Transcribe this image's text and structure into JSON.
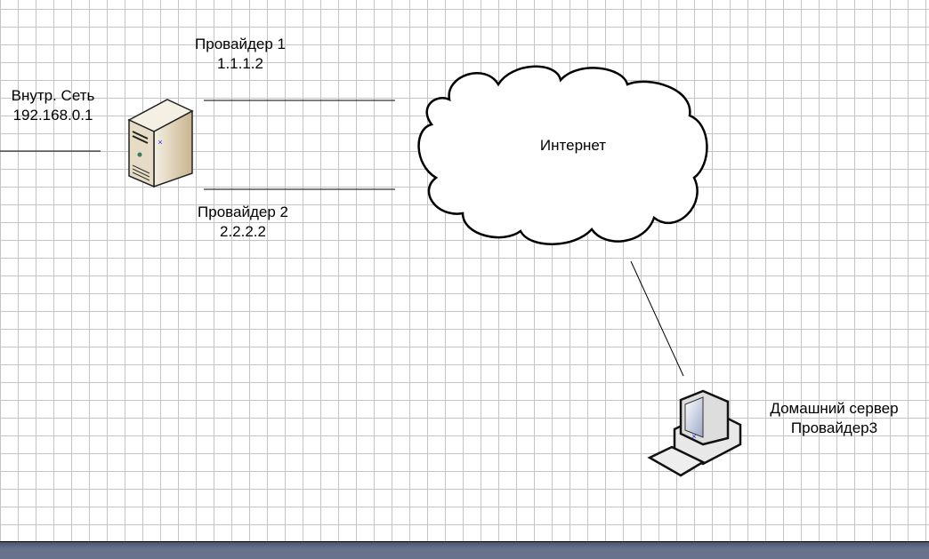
{
  "labels": {
    "internal_net": {
      "line1": "Внутр. Сеть",
      "line2": "192.168.0.1"
    },
    "provider1": {
      "line1": "Провайдер 1",
      "line2": "1.1.1.2"
    },
    "provider2": {
      "line1": "Провайдер 2",
      "line2": "2.2.2.2"
    },
    "internet": "Интернет",
    "home_server": {
      "line1": "Домашний сервер",
      "line2": "Провайдер3"
    }
  },
  "colors": {
    "grid": "#c4c4c4",
    "status_bar": "#68728c",
    "server_body": "#e8dcc4"
  }
}
